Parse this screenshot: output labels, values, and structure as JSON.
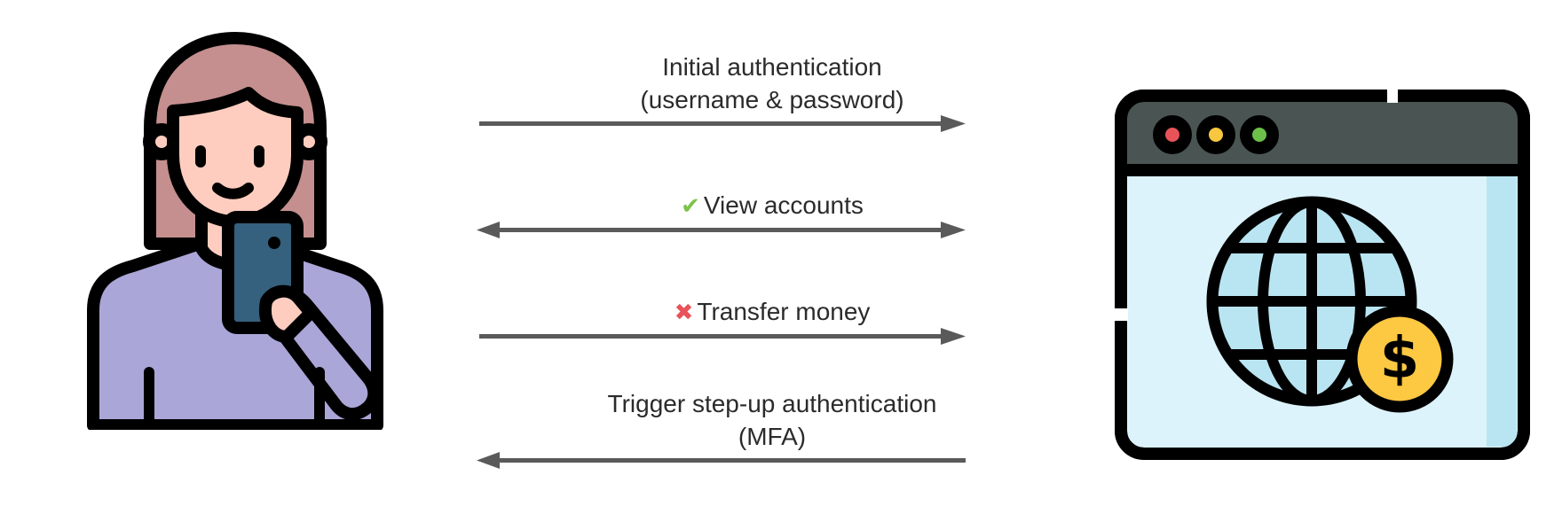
{
  "diagram": {
    "messages": [
      {
        "id": "initial-auth",
        "line1": "Initial authentication",
        "line2": "(username & password)",
        "direction": "right"
      },
      {
        "id": "view-accounts",
        "status": "allowed",
        "status_glyph": "✔",
        "line1": "View accounts",
        "direction": "both"
      },
      {
        "id": "transfer-money",
        "status": "denied",
        "status_glyph": "✖",
        "line1": "Transfer money",
        "direction": "right"
      },
      {
        "id": "step-up",
        "line1": "Trigger step-up authentication",
        "line2": "(MFA)",
        "direction": "left"
      }
    ],
    "colors": {
      "arrow": "#5a5a5a",
      "check": "#7cc24a",
      "cross": "#e8535a",
      "outline": "#000000",
      "hair": "#c48f8e",
      "skin": "#ffcdbf",
      "shirt": "#aba6d8",
      "phone": "#35607e",
      "browser_bar": "#4a5553",
      "browser_body": "#dcf3fb",
      "globe": "#b9e5f2",
      "coin": "#fdc842",
      "dot_red": "#e8535a",
      "dot_yellow": "#f8c740",
      "dot_green": "#6cc04a"
    },
    "icons": {
      "user": "person-with-phone-icon",
      "server": "banking-website-globe-icon"
    }
  }
}
